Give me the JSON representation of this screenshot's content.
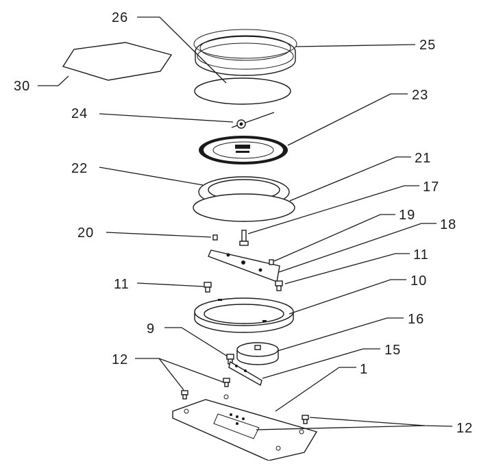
{
  "diagram": {
    "callouts": {
      "c26": "26",
      "c25": "25",
      "c30": "30",
      "c24": "24",
      "c23": "23",
      "c22": "22",
      "c21": "21",
      "c17": "17",
      "c20": "20",
      "c19": "19",
      "c18": "18",
      "c11a": "11",
      "c11b": "11",
      "c10": "10",
      "c9": "9",
      "c16": "16",
      "c15": "15",
      "c12a": "12",
      "c1": "1",
      "c12b": "12"
    }
  }
}
